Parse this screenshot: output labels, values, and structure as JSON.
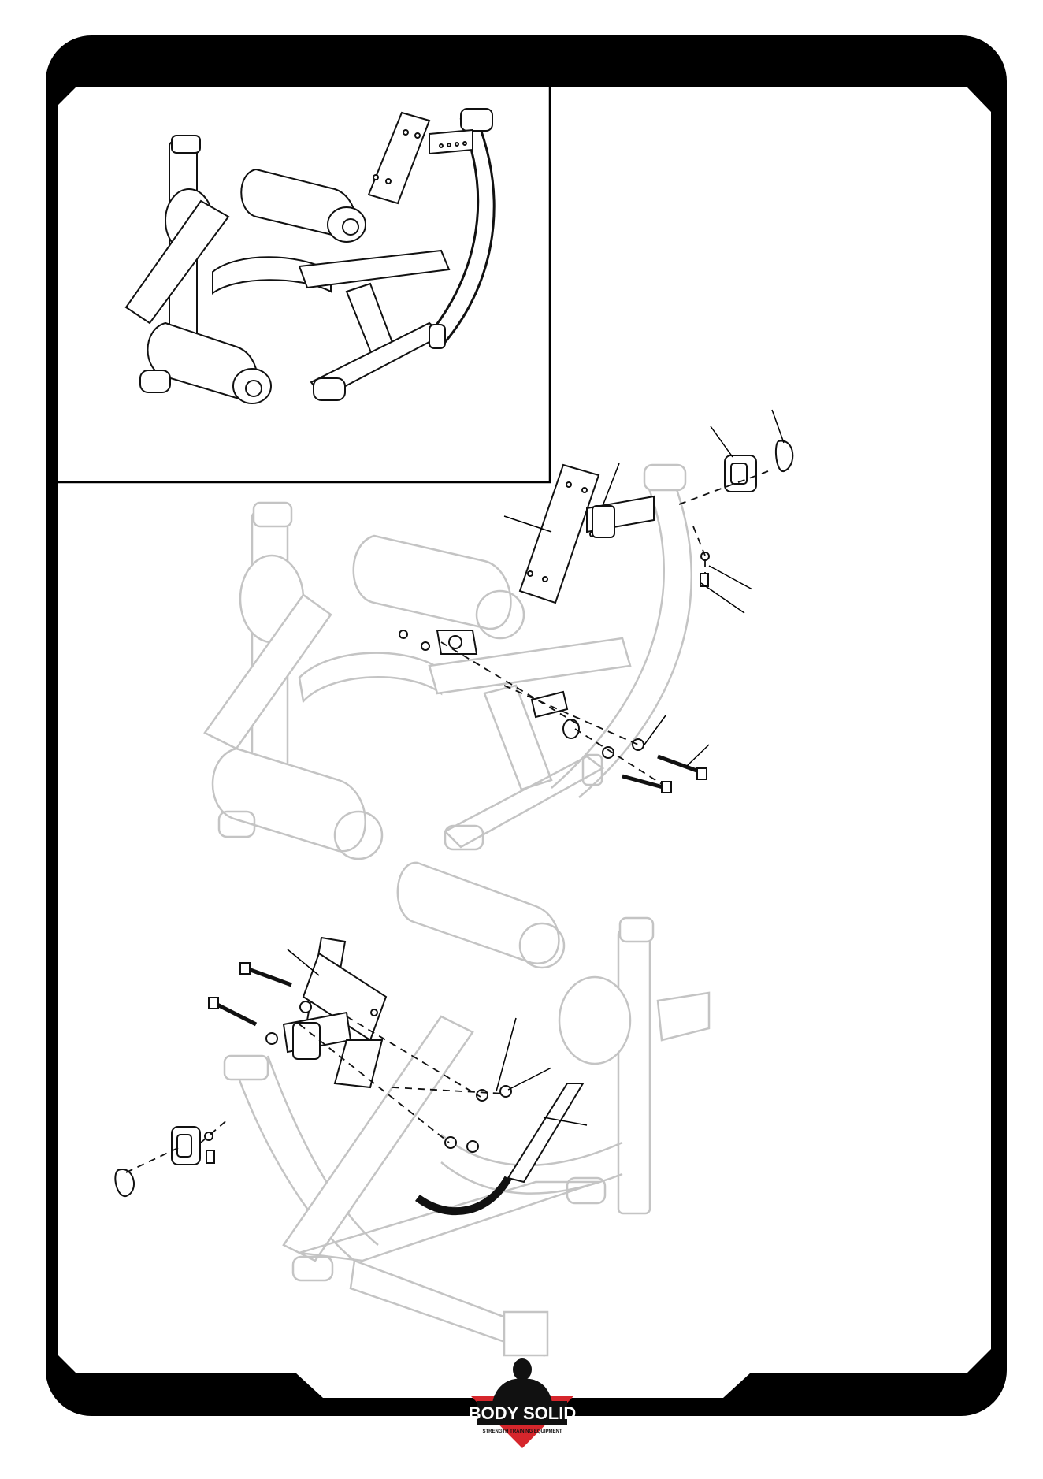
{
  "document": {
    "type": "assembly-instruction-page",
    "colors": {
      "frame": "#000000",
      "paper": "#ffffff",
      "ghost": "#c4c4c4",
      "logo_red": "#d6262c"
    }
  },
  "logo": {
    "wordmark": "BODY SOLID",
    "tagline": "STRENGTH TRAINING EQUIPMENT",
    "icon": "body-solid-logo-icon"
  }
}
